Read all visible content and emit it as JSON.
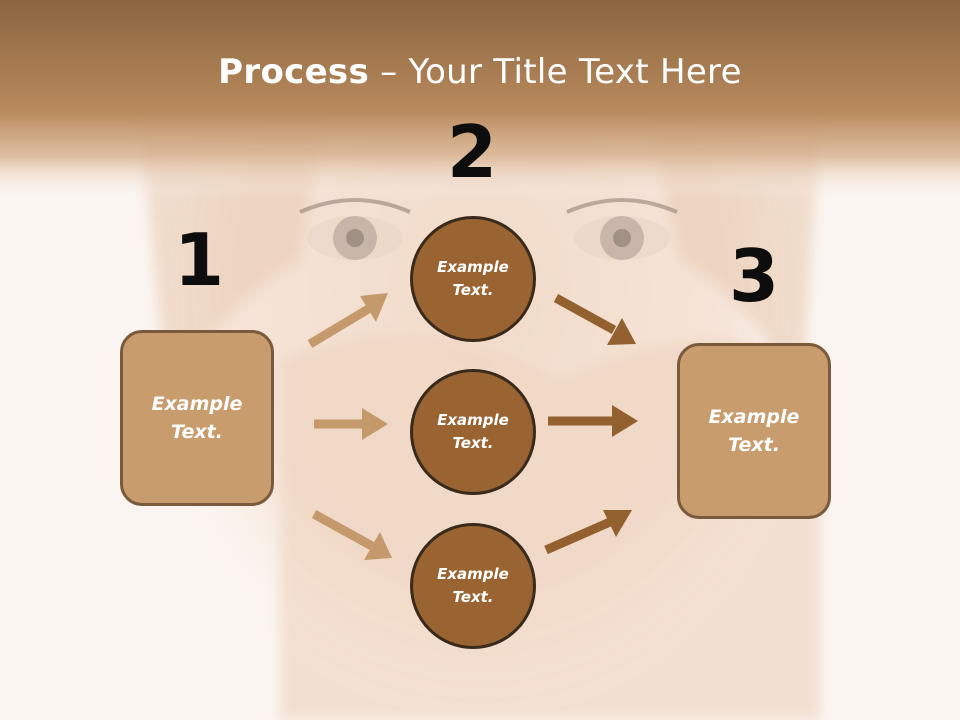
{
  "slide": {
    "title_bold": "Process",
    "title_rest": " – Your Title Text Here",
    "colors": {
      "header": "#b7875a",
      "box_fill": "#c99c6e",
      "circle_fill": "#9a6432",
      "arrow_light": "#c49a6c",
      "arrow_dark": "#93602f"
    }
  },
  "steps": {
    "step1": {
      "number": "1",
      "box_text": "Example\nText."
    },
    "step2": {
      "number": "2",
      "circles": [
        {
          "text": "Example\nText."
        },
        {
          "text": "Example\nText."
        },
        {
          "text": "Example\nText."
        }
      ]
    },
    "step3": {
      "number": "3",
      "box_text": "Example\nText."
    }
  }
}
